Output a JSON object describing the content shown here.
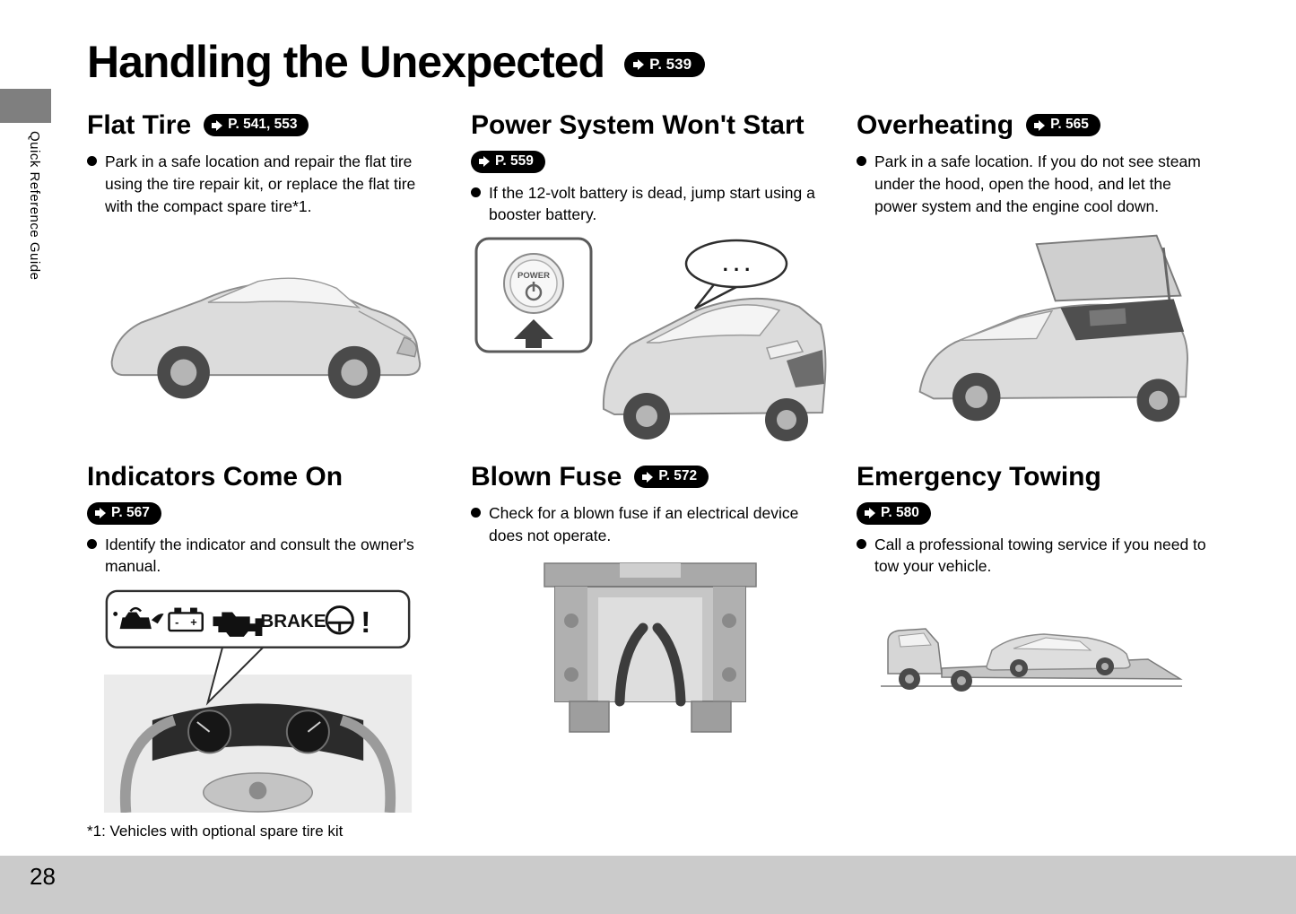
{
  "page": {
    "number": "28",
    "sidebar_label": "Quick Reference Guide",
    "title": "Handling the Unexpected",
    "title_badge": "P. 539"
  },
  "sections": {
    "flat_tire": {
      "heading": "Flat Tire",
      "badge": "P. 541, 553",
      "bullets": [
        "Park in a safe location and repair the flat tire using the tire repair kit, or replace the flat tire with the compact spare tire*1."
      ]
    },
    "power_system": {
      "heading": "Power System Won't Start",
      "badge": "P. 559",
      "bullets": [
        "If the 12-volt battery is dead, jump start using a booster battery."
      ]
    },
    "overheating": {
      "heading": "Overheating",
      "badge": "P. 565",
      "bullets": [
        "Park in a safe location. If you do not see steam under the hood, open the hood, and let the power system and the engine cool down."
      ]
    },
    "indicators": {
      "heading": "Indicators Come On",
      "badge": "P. 567",
      "bullets": [
        "Identify the indicator and consult the owner's manual."
      ]
    },
    "blown_fuse": {
      "heading": "Blown Fuse",
      "badge": "P. 572",
      "bullets": [
        "Check for a blown fuse if an electrical device does not operate."
      ]
    },
    "towing": {
      "heading": "Emergency Towing",
      "badge": "P. 580",
      "bullets": [
        "Call a professional towing service if you need to tow your vehicle."
      ]
    }
  },
  "footnote": "*1: Vehicles with optional spare tire kit",
  "graphics": {
    "power_button_label": "POWER",
    "speech_bubble": ". . .",
    "brake_label": "BRAKE",
    "warning_mark": "!",
    "battery_plus": "+",
    "battery_minus": "-"
  }
}
